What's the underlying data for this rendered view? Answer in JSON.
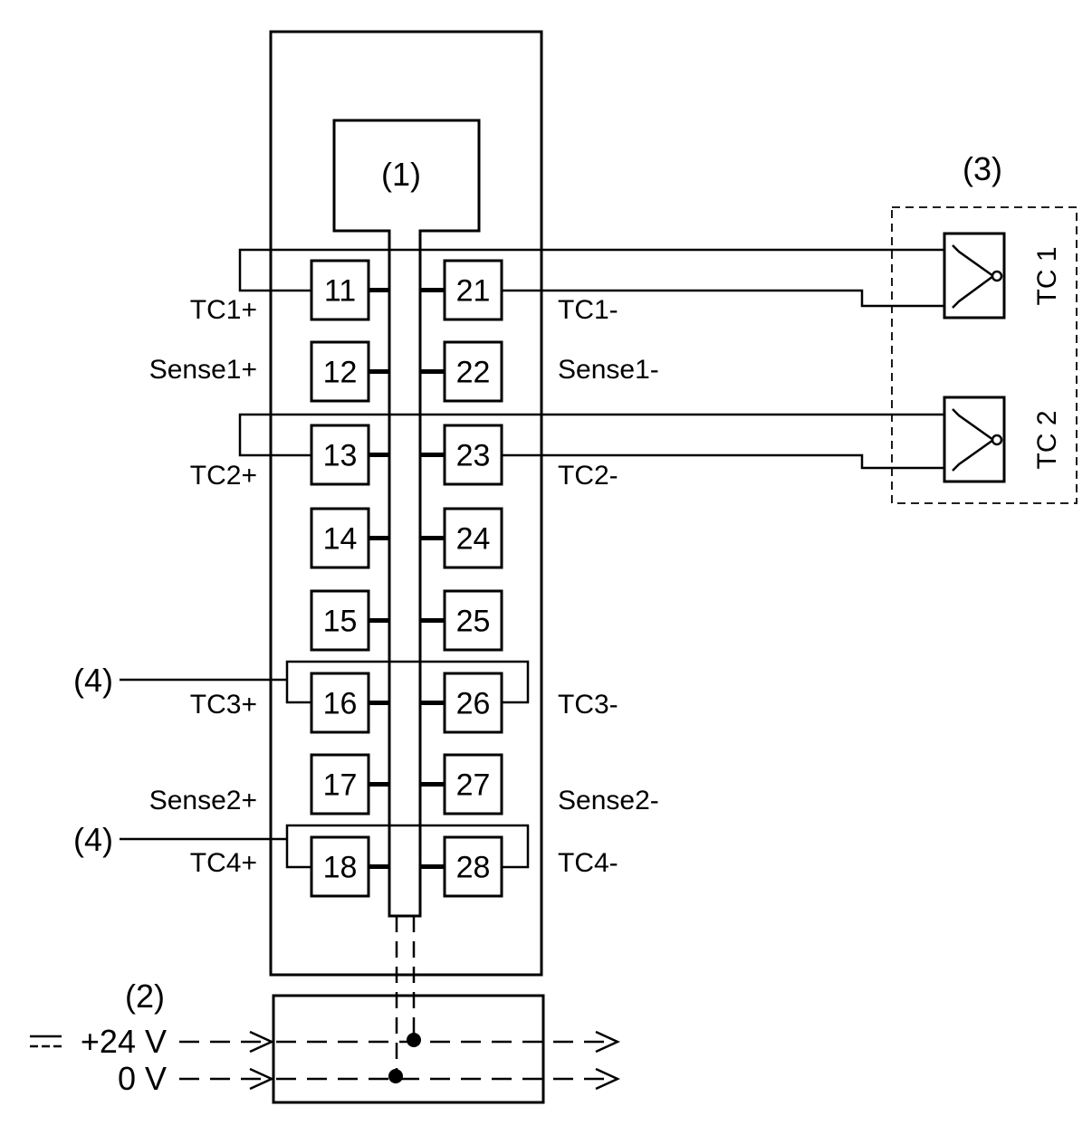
{
  "callouts": {
    "module": "(1)",
    "power_block": "(2)",
    "sensor_box": "(3)",
    "jumper_a": "(4)",
    "jumper_b": "(4)"
  },
  "terminals_left": [
    "11",
    "12",
    "13",
    "14",
    "15",
    "16",
    "17",
    "18"
  ],
  "terminals_right": [
    "21",
    "22",
    "23",
    "24",
    "25",
    "26",
    "27",
    "28"
  ],
  "signals": {
    "tc1_plus": "TC1+",
    "tc1_minus": "TC1-",
    "sense1_plus": "Sense1+",
    "sense1_minus": "Sense1-",
    "tc2_plus": "TC2+",
    "tc2_minus": "TC2-",
    "tc3_plus": "TC3+",
    "tc3_minus": "TC3-",
    "sense2_plus": "Sense2+",
    "sense2_minus": "Sense2-",
    "tc4_plus": "TC4+",
    "tc4_minus": "TC4-"
  },
  "thermocouples": {
    "tc1": "TC 1",
    "tc2": "TC 2"
  },
  "power": {
    "supply_plus": "+24 V",
    "supply_zero": "0 V"
  }
}
